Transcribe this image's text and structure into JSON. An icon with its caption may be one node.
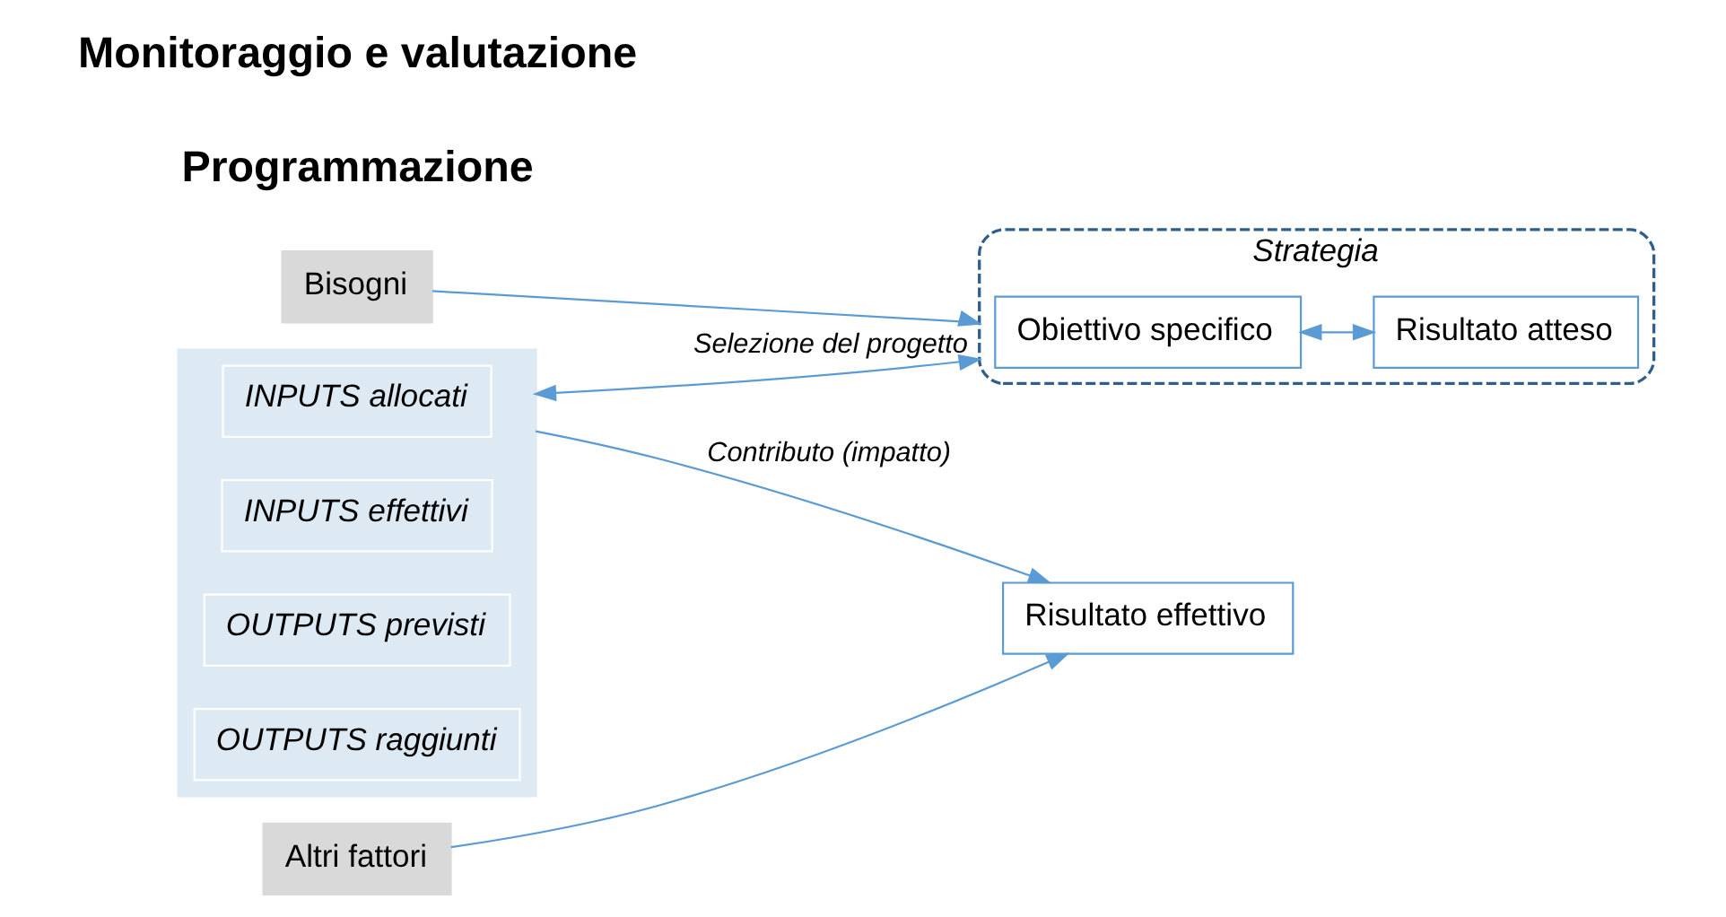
{
  "diagram": {
    "nodes": [
      {
        "text": [
          "Bisogni"
        ]
      },
      {
        "text": [
          "Strategia"
        ]
      },
      {
        "text": [
          "Obiettivo specifico"
        ],
        "in": 1
      },
      {
        "text": [
          "Risultato atteso"
        ],
        "in": 1
      },
      {
        "text": [
          "Risultato effettivo"
        ]
      },
      {
        "text": [
          "Altri fattori"
        ]
      },
      {
        "text": [],
        "shape": "box"
      },
      {
        "text": [
          "INPUTS allocati"
        ],
        "in": 6
      },
      {
        "text": [
          "INPUTS effettivi"
        ],
        "in": 6
      },
      {
        "text": [
          "OUTPUTS previsti"
        ],
        "in": 6
      },
      {
        "text": [
          "OUTPUTS raggiunti"
        ],
        "in": 6
      }
    ],
    "edges": [
      {
        "from": 0,
        "to": 1,
        "arrow": "to"
      },
      {
        "from": 2,
        "to": 3,
        "arrow": "both"
      },
      {
        "from": 5,
        "to": 4,
        "arrow": "to"
      },
      {
        "from": 6,
        "to": 1,
        "arrow": "both",
        "label": "Selezione del progetto"
      },
      {
        "from": 6,
        "to": 4,
        "arrow": "to",
        "label": "Contributo (impatto)"
      }
    ],
    "labels": [
      "Programmazione",
      "Monitoraggio e valutazione"
    ]
  }
}
